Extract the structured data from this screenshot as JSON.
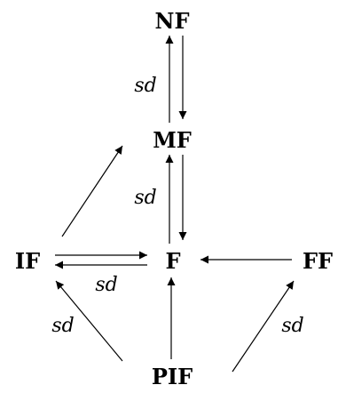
{
  "nodes": {
    "nf": "NF",
    "mf": "MF",
    "f": "F",
    "if": "IF",
    "ff": "FF",
    "pif": "PIF"
  },
  "edge_labels": {
    "nf_mf": "sd",
    "mf_f": "sd",
    "if_f": "sd",
    "pif_if": "sd",
    "pif_ff": "sd"
  },
  "edges": [
    {
      "from": "MF",
      "to": "NF"
    },
    {
      "from": "NF",
      "to": "MF"
    },
    {
      "from": "F",
      "to": "MF"
    },
    {
      "from": "MF",
      "to": "F"
    },
    {
      "from": "IF",
      "to": "MF"
    },
    {
      "from": "IF",
      "to": "F"
    },
    {
      "from": "F",
      "to": "IF"
    },
    {
      "from": "FF",
      "to": "F"
    },
    {
      "from": "PIF",
      "to": "IF"
    },
    {
      "from": "PIF",
      "to": "F"
    },
    {
      "from": "PIF",
      "to": "FF"
    }
  ]
}
